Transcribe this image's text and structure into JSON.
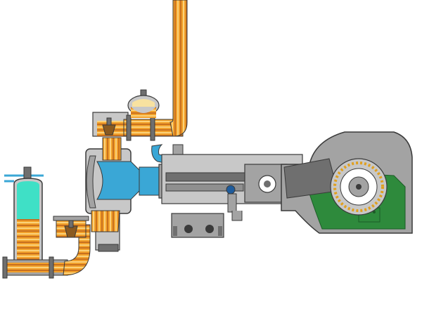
{
  "diagram": {
    "subject": "piston-pump-cutaway",
    "components": [
      "suction-line",
      "suction-air-chamber",
      "suction-valve",
      "pump-chamber",
      "piston",
      "piston-rod",
      "crosshead",
      "crankcase",
      "crankshaft",
      "crankshaft-bearing",
      "lubrication-reservoir",
      "discharge-valve",
      "discharge-air-chamber",
      "discharge-line"
    ]
  },
  "colors": {
    "pipe_fluid": "#f2a12b",
    "pipe_fluid_dark": "#c9701e",
    "pipe_fluid_light": "#fbd27a",
    "pumped_chamber": "#3aa7d6",
    "air_chamber_gas": "#3fe0c6",
    "oil": "#2e8a3c",
    "metal_light": "#c8c8c8",
    "metal_mid": "#a3a3a3",
    "metal_dark": "#6f6f6f",
    "metal_outline": "#3a3a3a",
    "background": "#ffffff"
  }
}
